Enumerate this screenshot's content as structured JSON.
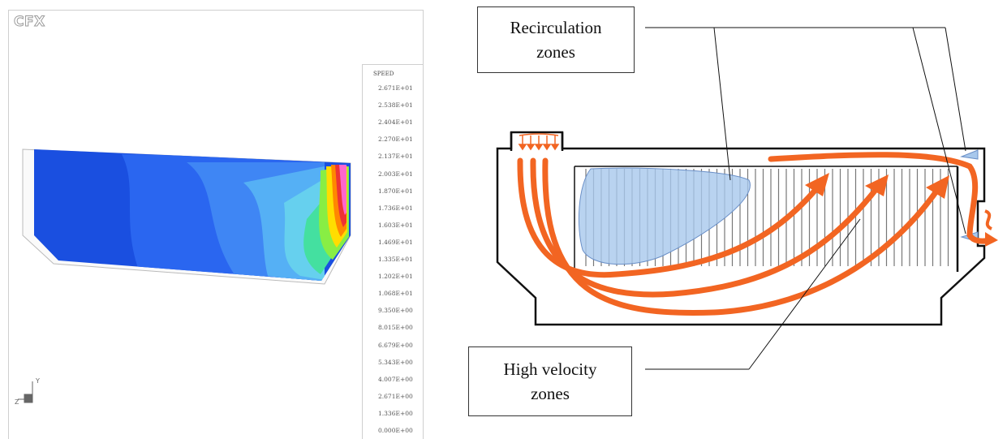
{
  "left_panel": {
    "logo": "CFX",
    "legend": {
      "title": "SPEED",
      "labels": [
        "2.671E+01",
        "2.538E+01",
        "2.404E+01",
        "2.270E+01",
        "2.137E+01",
        "2.003E+01",
        "1.870E+01",
        "1.736E+01",
        "1.603E+01",
        "1.469E+01",
        "1.335E+01",
        "1.202E+01",
        "1.068E+01",
        "9.350E+00",
        "8.015E+00",
        "6.679E+00",
        "5.343E+00",
        "4.007E+00",
        "2.671E+00",
        "1.336E+00",
        "0.000E+00"
      ],
      "colors": [
        "#ff66cc",
        "#ee3333",
        "#ff8800",
        "#ffdd00",
        "#00dd00",
        "#00ccff",
        "#0066ff",
        "#1100cc"
      ]
    },
    "axes": {
      "y": "Y",
      "z": "Z"
    }
  },
  "right_panel": {
    "callout_recirculation": {
      "line1": "Recirculation",
      "line2": "zones"
    },
    "callout_high_velocity": {
      "line1": "High velocity",
      "line2": "zones"
    },
    "flow_color": "#f26522",
    "recirc_color": "#a8c8ec"
  }
}
